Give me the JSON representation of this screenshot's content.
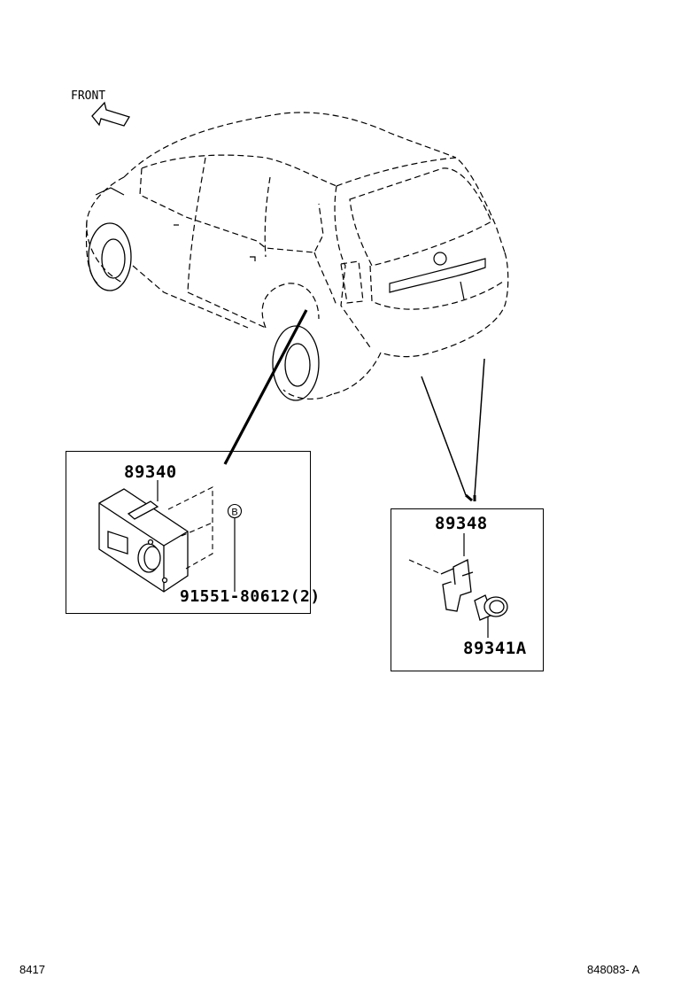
{
  "direction_label": "FRONT",
  "callouts": {
    "control_unit": "89340",
    "screw": "91551-80612(2)",
    "screw_marker": "B",
    "bracket": "89348",
    "sensor": "89341A"
  },
  "footer": {
    "page_ref": "8417",
    "figure_id": "848083- A"
  }
}
